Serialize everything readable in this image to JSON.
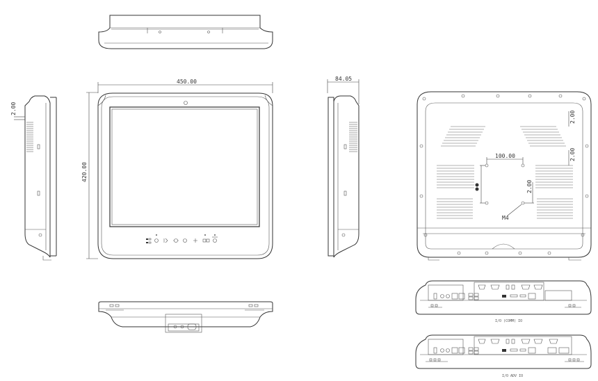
{
  "dimensions": {
    "width_front": "450.00",
    "height_front": "420.00",
    "depth_side": "84.05",
    "side_small": "2.00",
    "vesa_width": "100.00",
    "vesa_height": "2.00",
    "rear_top_right": "2.00",
    "rear_right_mid": "2.00",
    "screw_label": "M4"
  },
  "captions": {
    "io_panel_1": "I/O (COMM) IO",
    "io_panel_2": "I/O ADV IO"
  },
  "colors": {
    "line": "#333333",
    "background": "#ffffff"
  }
}
